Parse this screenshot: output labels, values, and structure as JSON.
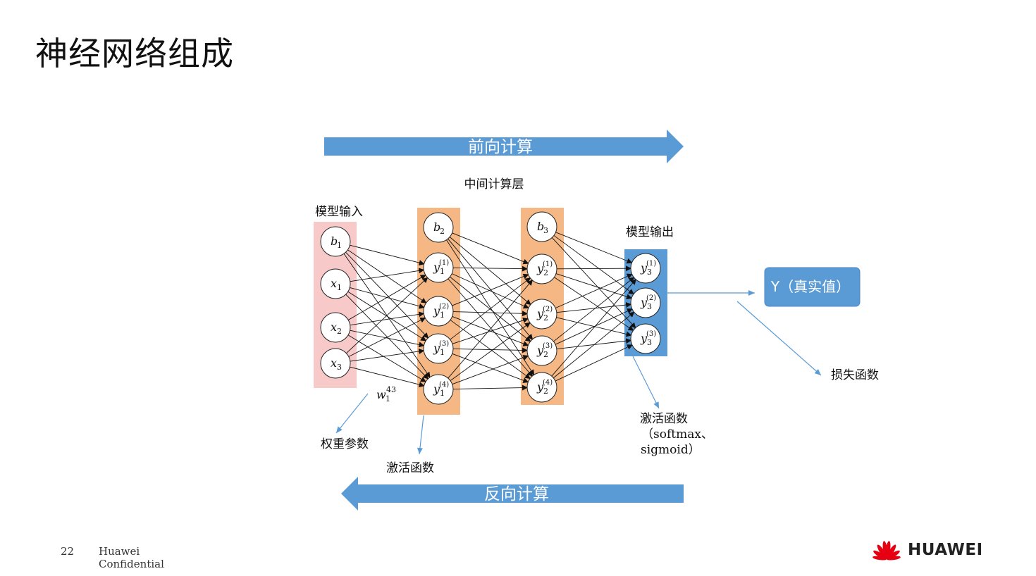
{
  "title": "神经网络组成",
  "arrows": {
    "forward": "前向计算",
    "backward": "反向计算"
  },
  "labels": {
    "middle_layers": "中间计算层",
    "model_input": "模型输入",
    "model_output": "模型输出",
    "true_value": "Y（真实值）",
    "loss_function": "损失函数",
    "weight_params": "权重参数",
    "activation": "激活函数",
    "activation_out_1": "激活函数",
    "activation_out_2": "（softmax、",
    "activation_out_3": "sigmoid）"
  },
  "weight_symbol": {
    "base": "w",
    "sub": "1",
    "sup": "43"
  },
  "nodes": {
    "input": [
      {
        "base": "b",
        "sub": "1",
        "sup": ""
      },
      {
        "base": "x",
        "sub": "1",
        "sup": ""
      },
      {
        "base": "x",
        "sub": "2",
        "sup": ""
      },
      {
        "base": "x",
        "sub": "3",
        "sup": ""
      }
    ],
    "hidden1": [
      {
        "base": "b",
        "sub": "2",
        "sup": ""
      },
      {
        "base": "y",
        "sub": "1",
        "sup": "(1)"
      },
      {
        "base": "y",
        "sub": "1",
        "sup": "(2)"
      },
      {
        "base": "y",
        "sub": "1",
        "sup": "(3)"
      },
      {
        "base": "y",
        "sub": "1",
        "sup": "(4)"
      }
    ],
    "hidden2": [
      {
        "base": "b",
        "sub": "3",
        "sup": ""
      },
      {
        "base": "y",
        "sub": "2",
        "sup": "(1)"
      },
      {
        "base": "y",
        "sub": "2",
        "sup": "(2)"
      },
      {
        "base": "y",
        "sub": "2",
        "sup": "(3)"
      },
      {
        "base": "y",
        "sub": "2",
        "sup": "(4)"
      }
    ],
    "output": [
      {
        "base": "y",
        "sub": "3",
        "sup": "(1)"
      },
      {
        "base": "y",
        "sub": "3",
        "sup": "(2)"
      },
      {
        "base": "y",
        "sub": "3",
        "sup": "(3)"
      }
    ]
  },
  "colors": {
    "arrow": "#5b9bd5",
    "input_band": "#f8c9c9",
    "hidden_band": "#f5b885",
    "output_band": "#5b9bd5",
    "true_box": "#5b9bd5",
    "brand_red": "#e60012"
  },
  "footer": {
    "page": "22",
    "confidential_1": "Huawei",
    "confidential_2": "Confidential",
    "brand": "HUAWEI"
  }
}
